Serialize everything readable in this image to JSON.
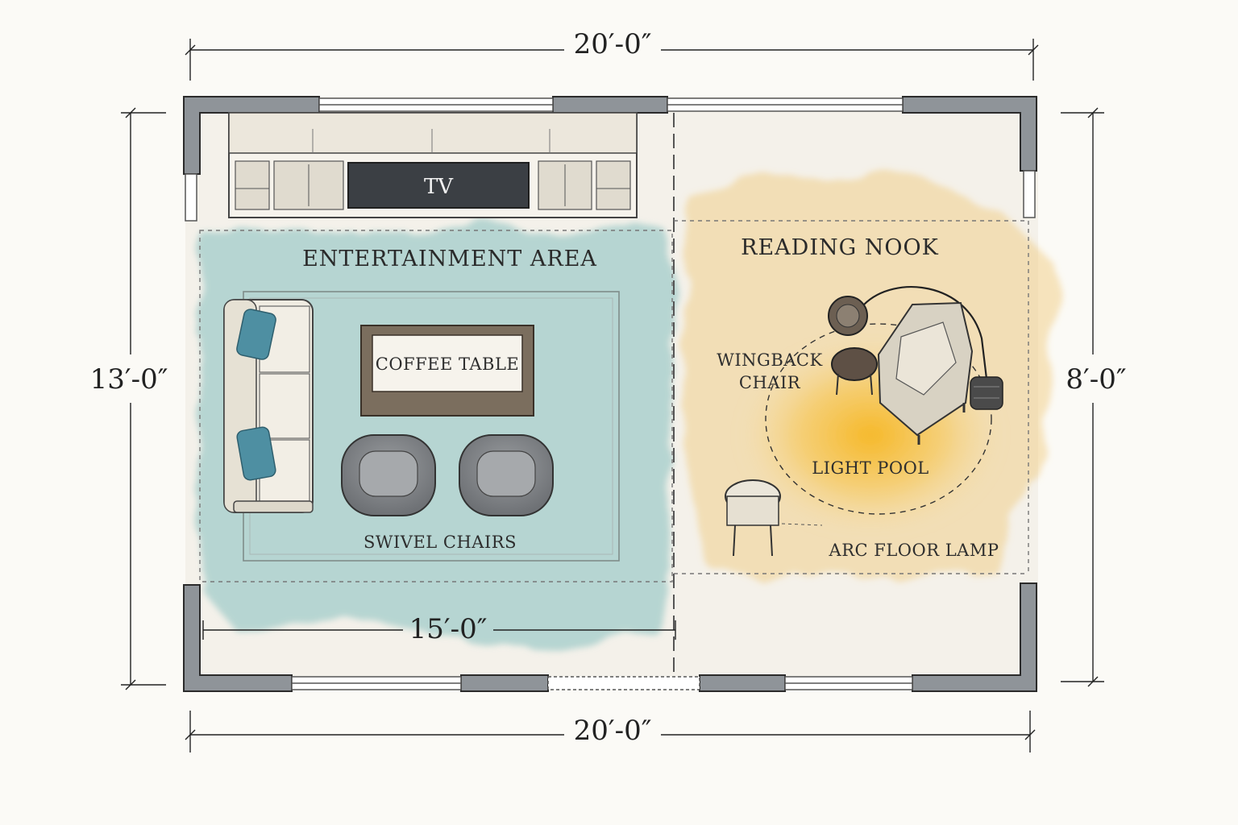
{
  "dimensions": {
    "top_width": "20′-0″",
    "bottom_width": "20′-0″",
    "left_height": "13′-0″",
    "right_height": "8′-0″",
    "entertainment_width": "15′-0″"
  },
  "zones": {
    "entertainment": "ENTERTAINMENT AREA",
    "reading": "READING NOOK"
  },
  "labels": {
    "tv": "TV",
    "coffee_table": "COFFEE TABLE",
    "swivel_chairs": "SWIVEL CHAIRS",
    "wingback_line1": "WINGBACK",
    "wingback_line2": "CHAIR",
    "light_pool": "LIGHT POOL",
    "arc_lamp": "ARC FLOOR LAMP"
  },
  "colors": {
    "entertainment_wash": "#8ec3c2",
    "reading_wash": "#f0c878",
    "light_pool": "#f4b52a",
    "wall": "#8f9499",
    "pillow": "#4e8fa2"
  }
}
